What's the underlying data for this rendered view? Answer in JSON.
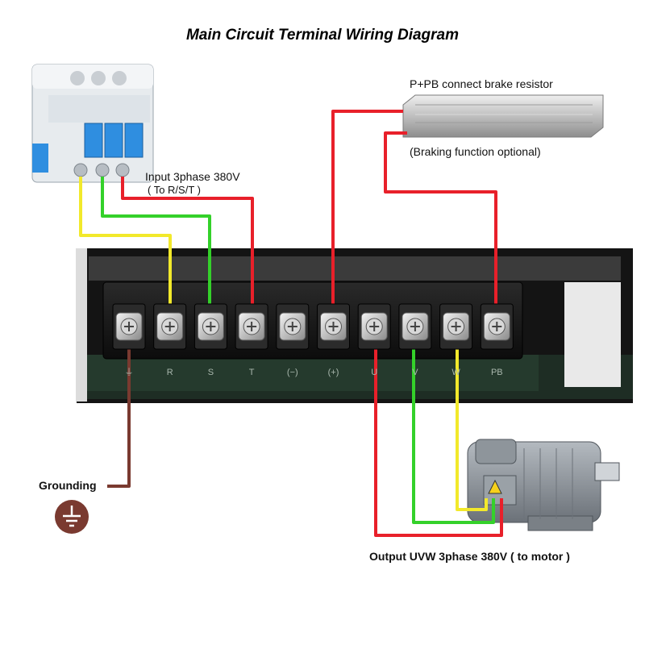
{
  "title": "Main Circuit Terminal Wiring Diagram",
  "labels": {
    "brake": "P+PB connect brake resistor",
    "braking_optional": "(Braking function optional)",
    "input_line1": "Input 3phase 380V",
    "input_line2": "( To R/S/T )",
    "grounding": "Grounding",
    "output": "Output UVW 3phase 380V ( to motor )"
  },
  "terminals": [
    "⏚",
    "R",
    "S",
    "T",
    "(−)",
    "(+)",
    "U",
    "V",
    "W",
    "PB"
  ],
  "colors": {
    "wire_red": "#e8202a",
    "wire_green": "#34d12a",
    "wire_yellow": "#f2e92b",
    "wire_ground": "#7a3a30",
    "breaker_switch": "#2f8ee0",
    "motor_body": "#8a9096",
    "resistor": "#c8c8c8",
    "board": "#1f2a22"
  },
  "icons": [
    "breaker-icon",
    "brake-resistor-icon",
    "motor-icon",
    "ground-symbol-icon",
    "terminal-screw-icon"
  ]
}
